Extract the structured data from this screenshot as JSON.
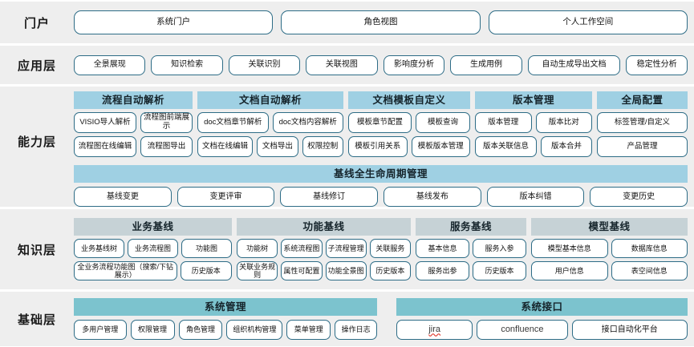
{
  "colors": {
    "row_bg": "#eeeeee",
    "pill_border": "#2d6c86",
    "group_head_blue": "#9fd0e3",
    "group_head_grey": "#c6d2d6",
    "group_head_teal": "#7cc3ce",
    "page_bg": "#ffffff"
  },
  "layers": [
    {
      "label": "门户",
      "items": [
        "系统门户",
        "角色视图",
        "个人工作空间"
      ]
    },
    {
      "label": "应用层",
      "items": [
        "全景展现",
        "知识检索",
        "关联识别",
        "关联视图",
        "影响度分析",
        "生成用例",
        "自动生成导出文档",
        "稳定性分析"
      ]
    },
    {
      "label": "能力层",
      "groups": [
        {
          "title": "流程自动解析",
          "row1": [
            "VISIO导人解析",
            "流程图前端展示"
          ],
          "row2": [
            "流程图在线编辑",
            "流程图导出"
          ]
        },
        {
          "title": "文档自动解析",
          "row1": [
            "doc文档章节解析",
            "doc文档内容解析"
          ],
          "row2": [
            "文档在线编辑",
            "文档导出",
            "权限控制"
          ]
        },
        {
          "title": "文档模板自定义",
          "row1": [
            "模板章节配置",
            "模板查询"
          ],
          "row2": [
            "模板引用关系",
            "模板版本管理"
          ]
        },
        {
          "title": "版本管理",
          "row1": [
            "版本管理",
            "版本比对"
          ],
          "row2": [
            "版本关联信息",
            "版本合并"
          ]
        },
        {
          "title": "全局配置",
          "row1": [
            "标签管理/自定义"
          ],
          "row2": [
            "产品管理"
          ]
        }
      ],
      "lifecycle": {
        "title": "基线全生命周期管理",
        "items": [
          "基线变更",
          "变更评审",
          "基线修订",
          "基线发布",
          "版本纠错",
          "变更历史"
        ]
      }
    },
    {
      "label": "知识层",
      "groups": [
        {
          "title": "业务基线",
          "row1": [
            "业务基线树",
            "业务流程图",
            "功能图"
          ],
          "row2": [
            "全业务流程功能图（搜索/下钻展示）",
            "历史版本"
          ]
        },
        {
          "title": "功能基线",
          "row1": [
            "功能树",
            "系统流程图",
            "子流程管理",
            "关联服务"
          ],
          "row2": [
            "关联业务规则",
            "属性可配置",
            "功能全景图",
            "历史版本"
          ]
        },
        {
          "title": "服务基线",
          "row1": [
            "基本信息",
            "服务入参"
          ],
          "row2": [
            "服务出参",
            "历史版本"
          ]
        },
        {
          "title": "模型基线",
          "row1": [
            "模型基本信息",
            "数据库信息"
          ],
          "row2": [
            "用户信息",
            "表空间信息"
          ]
        }
      ]
    },
    {
      "label": "基础层",
      "groups": [
        {
          "title": "系统管理",
          "items": [
            "多用户管理",
            "权限管理",
            "角色管理",
            "组织机构管理",
            "菜单管理",
            "操作日志"
          ]
        },
        {
          "title": "系统接口",
          "items": [
            "jira",
            "confluence",
            "接口自动化平台"
          ]
        }
      ]
    }
  ]
}
